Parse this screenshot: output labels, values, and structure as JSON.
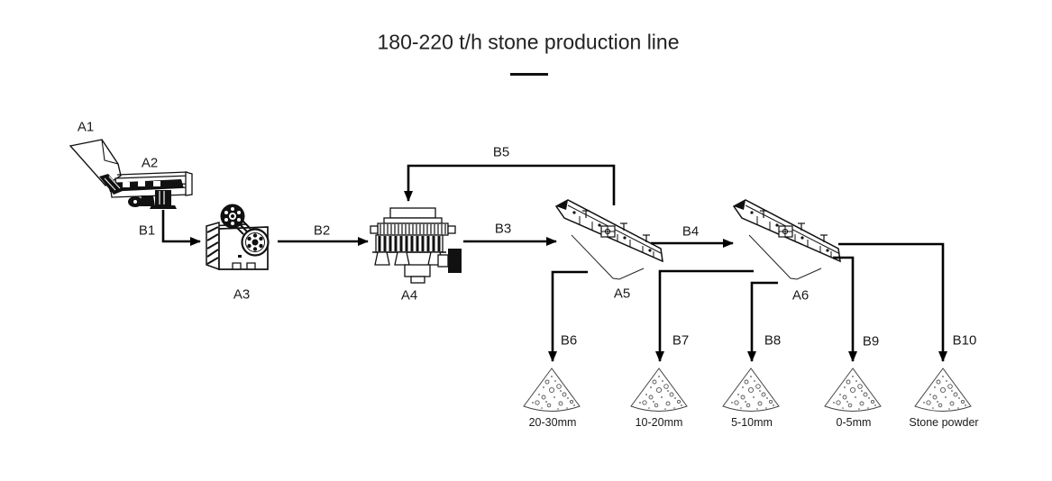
{
  "title": {
    "text": "180-220 t/h stone production line"
  },
  "machine_labels": [
    "A1",
    "A2",
    "A3",
    "A4",
    "A5",
    "A6"
  ],
  "flow_labels": [
    "B1",
    "B2",
    "B3",
    "B4",
    "B5",
    "B6",
    "B7",
    "B8",
    "B9",
    "B10"
  ],
  "product_labels": [
    "20-30mm",
    "10-20mm",
    "5-10mm",
    "0-5mm",
    "Stone powder"
  ],
  "colors": {
    "line": "#000000",
    "text": "#1a1a1a",
    "background": "#ffffff"
  }
}
